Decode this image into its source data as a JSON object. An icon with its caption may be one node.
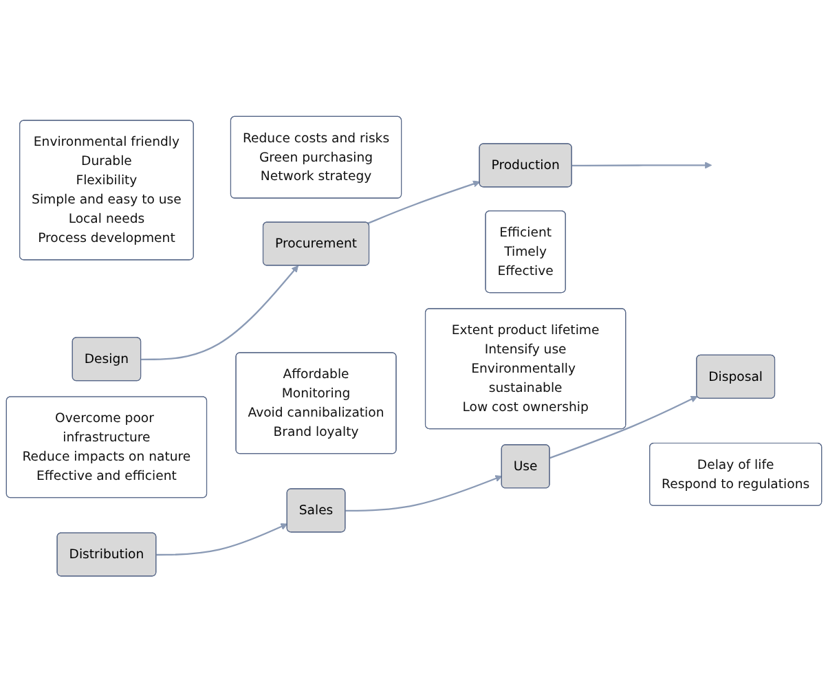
{
  "diagram": {
    "nodes": [
      {
        "text": [
          "Design"
        ]
      },
      {
        "text": [
          "Procurement"
        ]
      },
      {
        "text": [
          "Production"
        ]
      },
      {
        "text": [
          "Environmental friendly",
          "Durable",
          "Flexibility",
          "Simple and easy to use",
          "Local needs",
          "Process development"
        ]
      },
      {
        "text": [
          "Reduce costs and risks",
          "Green purchasing",
          "Network strategy"
        ]
      },
      {
        "text": [
          "Efficient",
          "Timely",
          "Effective"
        ]
      },
      {
        "text": [
          "Distribution"
        ]
      },
      {
        "text": [
          "Sales"
        ]
      },
      {
        "text": [
          "Use"
        ]
      },
      {
        "text": [
          "Disposal"
        ]
      },
      {
        "text": [
          "Overcome poor infrastructure",
          "Reduce impacts on nature",
          "Effective and efficient"
        ]
      },
      {
        "text": [
          "Affordable",
          "Monitoring",
          "Avoid cannibalization",
          "Brand loyalty"
        ]
      },
      {
        "text": [
          "Extent product lifetime",
          "Intensify use",
          "Environmentally sustainable",
          "Low cost ownership"
        ]
      },
      {
        "text": [
          "Delay of life",
          "Respond to regulations"
        ]
      }
    ],
    "edges": [
      {
        "from": 0,
        "to": 1,
        "arrow": "to"
      },
      {
        "from": 1,
        "to": 2,
        "arrow": "to"
      },
      {
        "from": 2,
        "to": null,
        "arrow": "to"
      },
      {
        "from": 6,
        "to": 7,
        "arrow": "to"
      },
      {
        "from": 7,
        "to": 8,
        "arrow": "to"
      },
      {
        "from": 8,
        "to": 9,
        "arrow": "to"
      }
    ]
  }
}
